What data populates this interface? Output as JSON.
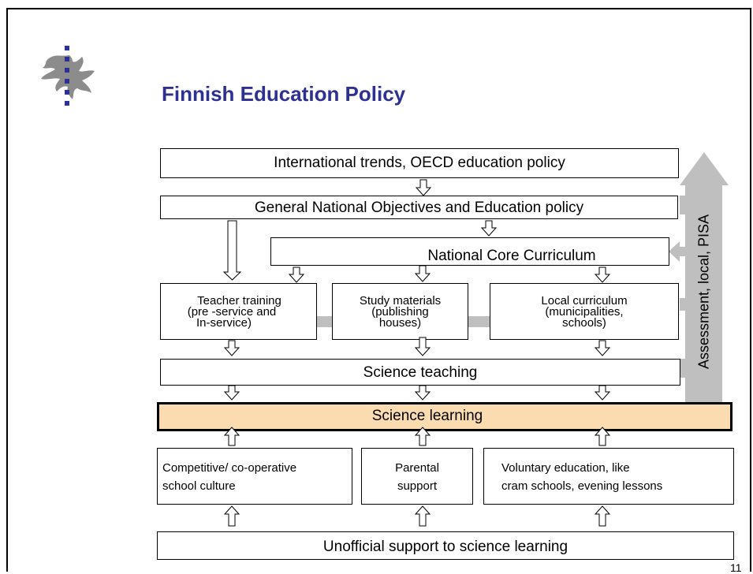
{
  "slide": {
    "title": "Finnish Education Policy",
    "page_number": "11"
  },
  "boxes": {
    "international": "International trends, OECD education policy",
    "general_objectives": "General National Objectives and Education policy",
    "core_curriculum": "National Core Curriculum",
    "teacher_training": [
      "Teacher training",
      "(pre -service and",
      "In-service)"
    ],
    "study_materials": [
      "Study materials",
      "(publishing",
      "houses)"
    ],
    "local_curriculum": [
      "Local curriculum",
      "(municipalities,",
      "schools)"
    ],
    "science_teaching": "Science teaching",
    "science_learning": "Science learning",
    "school_culture": [
      "Competitive/ co-operative",
      "school culture"
    ],
    "parental_support": [
      "Parental",
      "support"
    ],
    "voluntary_education": [
      "Voluntary education, like",
      "cram schools, evening lessons"
    ],
    "unofficial_support": "Unofficial support to science learning"
  },
  "side_arrow_label": "Assessment, local, PISA",
  "colors": {
    "title": "#2e3192",
    "highlight_fill": "#fbdcb0",
    "connector_gray": "#bfbfbf",
    "logo_blue": "#2e3192",
    "logo_gray": "#8c8c8c"
  },
  "icons": {
    "logo": "university-flame-logo"
  }
}
